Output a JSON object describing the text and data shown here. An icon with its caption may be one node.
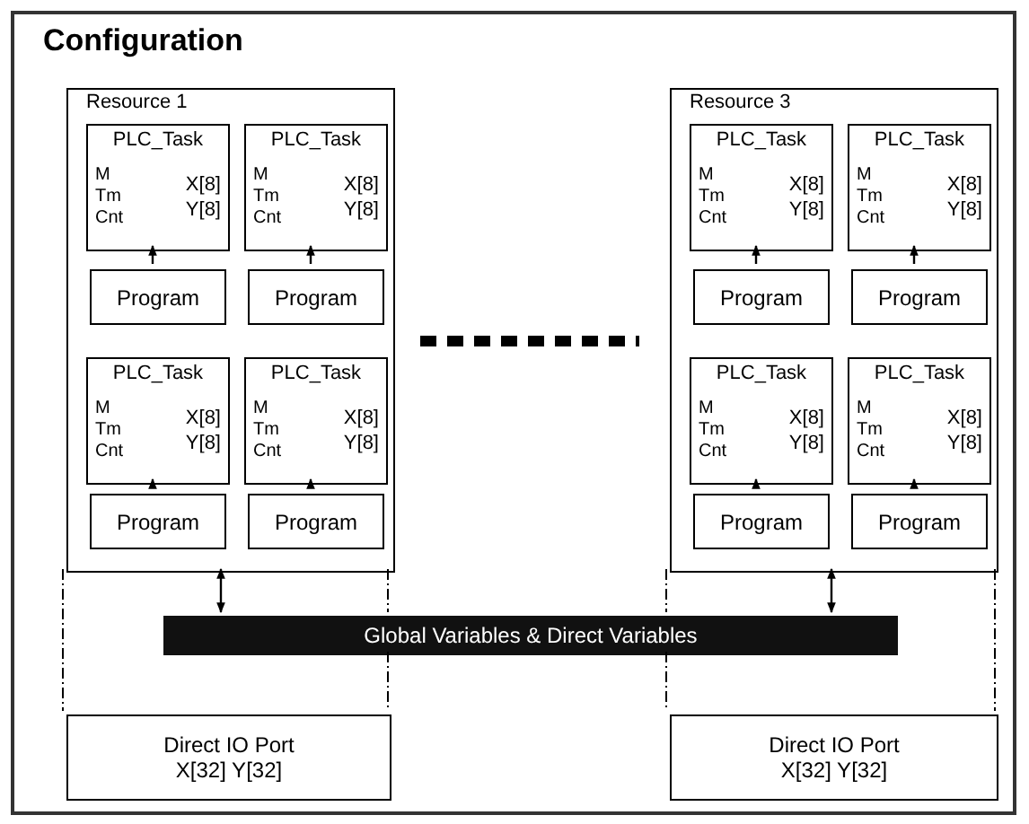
{
  "diagram": {
    "nodes": [
      {
        "text": [
          "Configuration"
        ]
      },
      {
        "text": [
          "Resource 1"
        ],
        "in": 0
      },
      {
        "text": [
          "PLC_Task",
          "M Tm Cnt",
          "X[8] Y[8]"
        ],
        "in": 1
      },
      {
        "text": [
          "PLC_Task",
          "M Tm Cnt",
          "X[8] Y[8]"
        ],
        "in": 1
      },
      {
        "text": [
          "Program"
        ],
        "in": 1
      },
      {
        "text": [
          "Program"
        ],
        "in": 1
      },
      {
        "text": [
          "PLC_Task",
          "M Tm Cnt",
          "X[8] Y[8]"
        ],
        "in": 1
      },
      {
        "text": [
          "PLC_Task",
          "M Tm Cnt",
          "X[8] Y[8]"
        ],
        "in": 1
      },
      {
        "text": [
          "Program"
        ],
        "in": 1
      },
      {
        "text": [
          "Program"
        ],
        "in": 1
      },
      {
        "text": [
          "Resource 3"
        ],
        "in": 0
      },
      {
        "text": [
          "PLC_Task",
          "M Tm Cnt",
          "X[8] Y[8]"
        ],
        "in": 10
      },
      {
        "text": [
          "PLC_Task",
          "M Tm Cnt",
          "X[8] Y[8]"
        ],
        "in": 10
      },
      {
        "text": [
          "Program"
        ],
        "in": 10
      },
      {
        "text": [
          "Program"
        ],
        "in": 10
      },
      {
        "text": [
          "PLC_Task",
          "M Tm Cnt",
          "X[8] Y[8]"
        ],
        "in": 10
      },
      {
        "text": [
          "PLC_Task",
          "M Tm Cnt",
          "X[8] Y[8]"
        ],
        "in": 10
      },
      {
        "text": [
          "Program"
        ],
        "in": 10
      },
      {
        "text": [
          "Program"
        ],
        "in": 10
      },
      {
        "text": [
          "Global Variables & Direct Variables"
        ],
        "in": 0
      },
      {
        "text": [
          "Direct IO Port",
          "X[32] Y[32]"
        ],
        "in": 0
      },
      {
        "text": [
          "Direct IO Port",
          "X[32] Y[32]"
        ],
        "in": 0
      }
    ],
    "edges": [
      {
        "from": 4,
        "to": 2,
        "arrow": "to"
      },
      {
        "from": 5,
        "to": 3,
        "arrow": "to"
      },
      {
        "from": 8,
        "to": 6,
        "arrow": "to"
      },
      {
        "from": 9,
        "to": 7,
        "arrow": "to"
      },
      {
        "from": 13,
        "to": 11,
        "arrow": "to"
      },
      {
        "from": 14,
        "to": 12,
        "arrow": "to"
      },
      {
        "from": 17,
        "to": 15,
        "arrow": "to"
      },
      {
        "from": 18,
        "to": 16,
        "arrow": "to"
      },
      {
        "from": 1,
        "to": 19,
        "arrow": "both"
      },
      {
        "from": 10,
        "to": 19,
        "arrow": "both"
      }
    ]
  }
}
